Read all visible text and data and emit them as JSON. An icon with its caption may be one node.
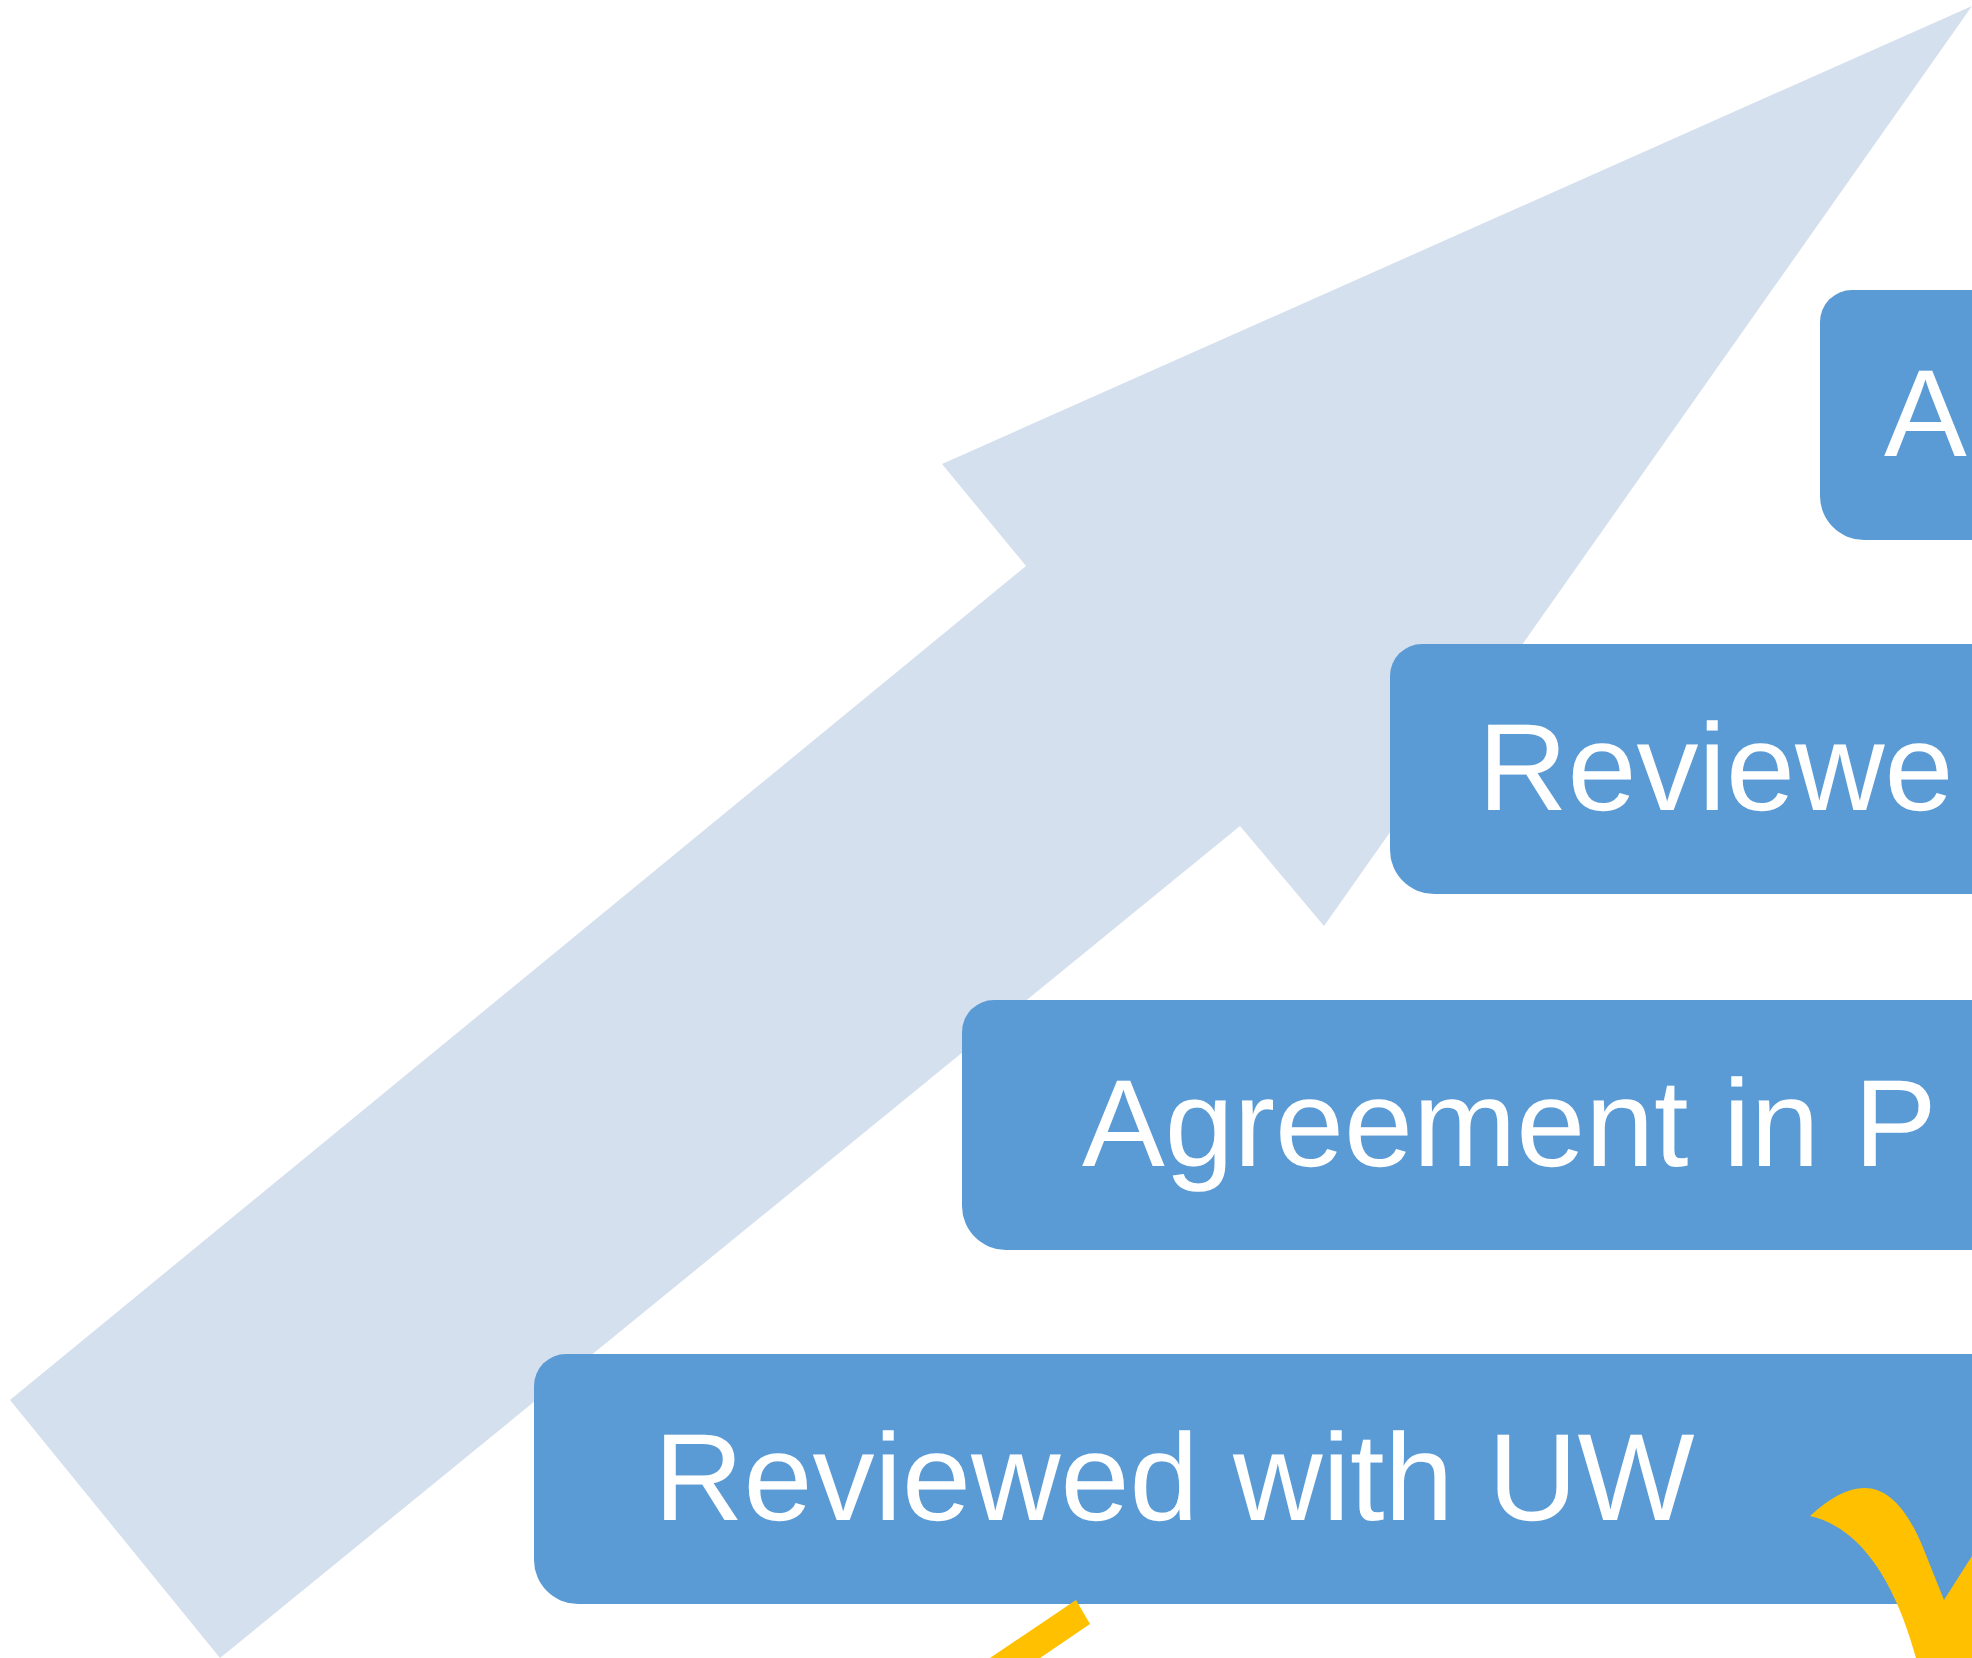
{
  "diagram": {
    "nodes": [
      {
        "text": [
          "A"
        ]
      },
      {
        "text": [
          "Reviewe"
        ]
      },
      {
        "text": [
          "Agreement in P"
        ]
      },
      {
        "text": [
          "Reviewed with UW"
        ]
      }
    ],
    "edges": []
  }
}
